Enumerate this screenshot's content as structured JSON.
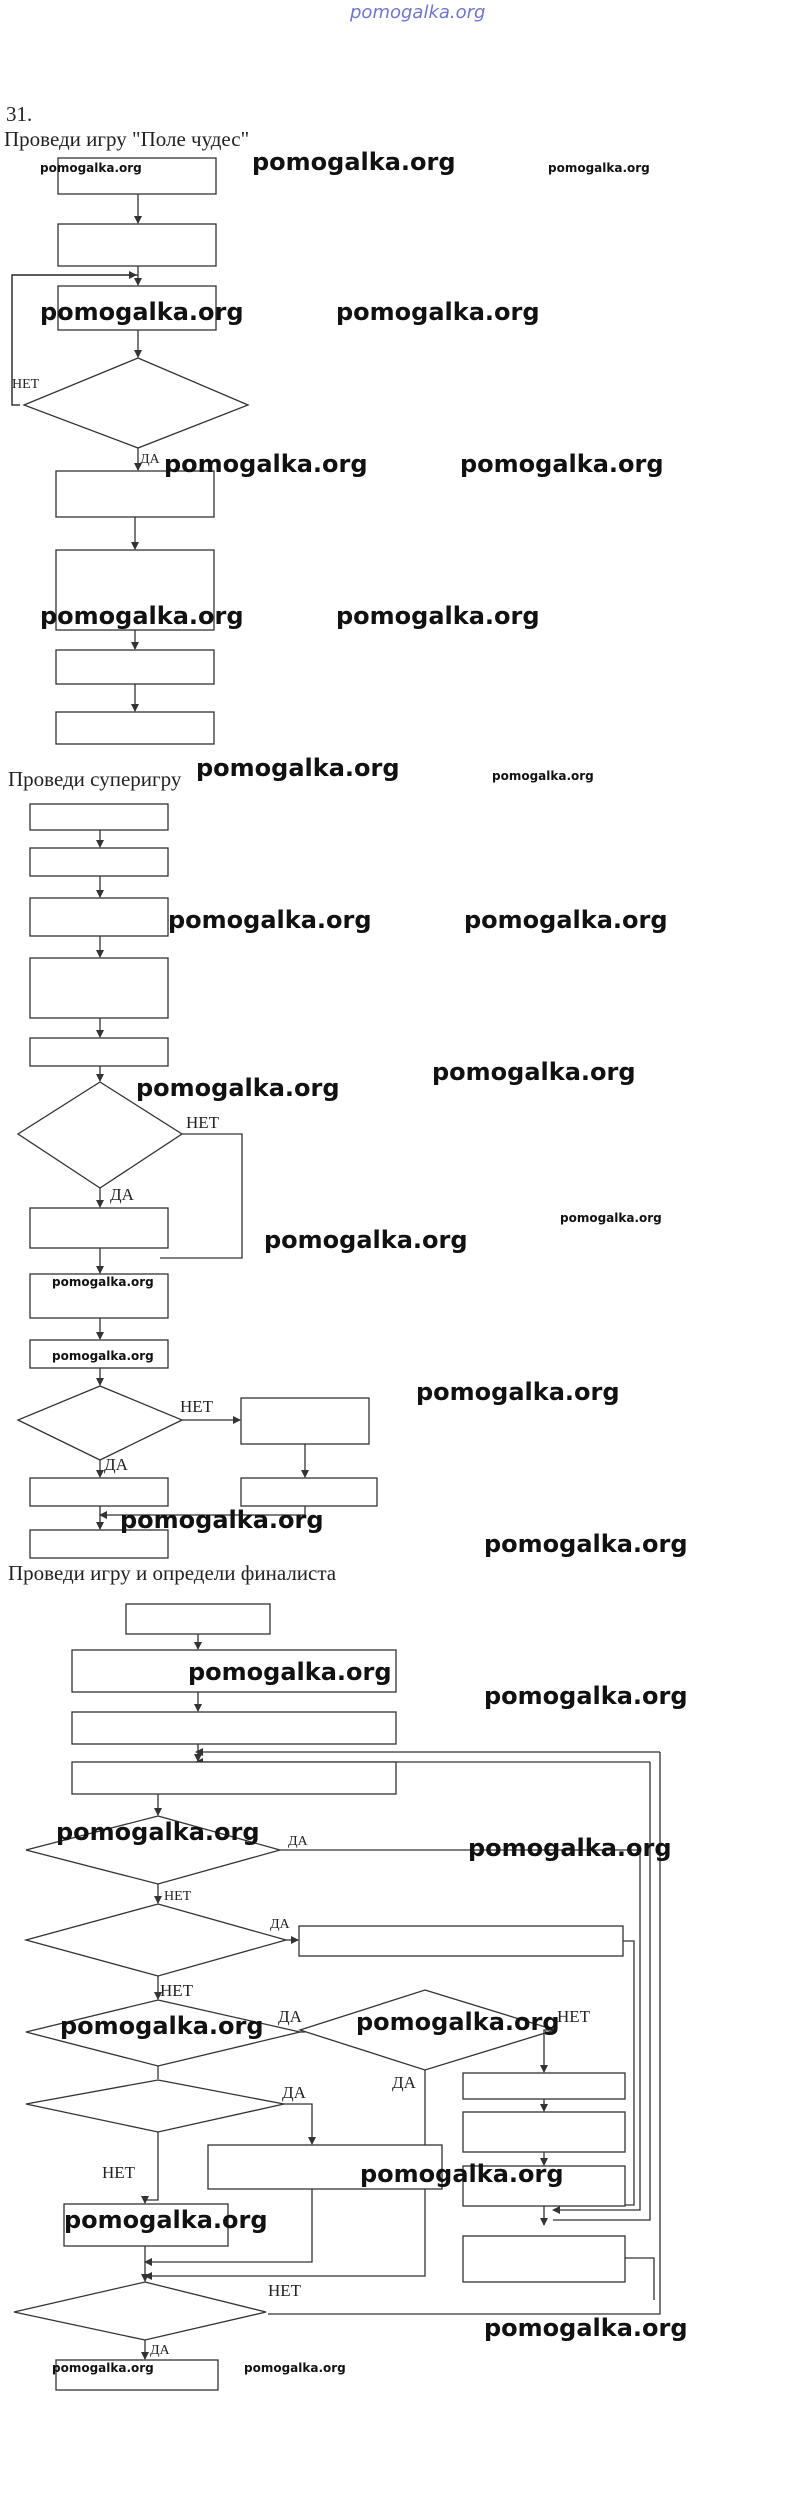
{
  "site_watermark_top": "pomogalka.org",
  "task_number": "31.",
  "sections": {
    "s1_title": "Проведи игру \"Поле чудес\"",
    "s2_title": "Проведи суперигру",
    "s3_title": "Проведи игру и определи финалиста"
  },
  "labels": {
    "yes": "ДА",
    "no": "НЕТ"
  },
  "watermark": "pomogalka.org",
  "colors": {
    "top_watermark": "#6f74d8",
    "lines": "#333333"
  }
}
